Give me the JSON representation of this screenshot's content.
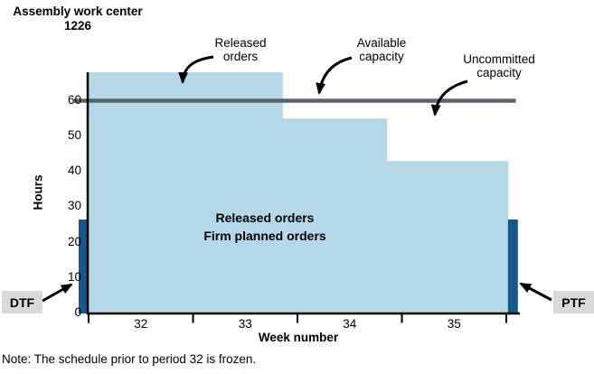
{
  "header": {
    "title_line1": "Assembly work center",
    "title_line2": "1226"
  },
  "chart_data": {
    "type": "area",
    "title": "Assembly work center 1226",
    "xlabel": "Week number",
    "ylabel": "Hours",
    "x_tick_labels": [
      "32",
      "33",
      "34",
      "35"
    ],
    "y_tick_labels": [
      "0",
      "10",
      "20",
      "30",
      "40",
      "50",
      "60"
    ],
    "y_tick_values": [
      0,
      10,
      20,
      30,
      40,
      50,
      60
    ],
    "ylim": [
      0,
      70
    ],
    "x_week_range": [
      32,
      36
    ],
    "available_capacity": 60,
    "load_steps": [
      {
        "from_week": 32,
        "to_week": 33.86,
        "hours": 68
      },
      {
        "from_week": 33.86,
        "to_week": 34.86,
        "hours": 55
      },
      {
        "from_week": 34.86,
        "to_week": 36.02,
        "hours": 43
      }
    ],
    "area_label": {
      "line1": "Released orders",
      "line2": "Firm planned orders"
    },
    "time_fence_bars": {
      "hours": 26.5,
      "dtf_week": 32,
      "ptf_week": 36.02
    },
    "legend_position": "none",
    "grid": false
  },
  "annotations": {
    "released": "Released orders",
    "available": "Available capacity",
    "uncommitted": "Uncommitted capacity"
  },
  "fences": {
    "dtf": "DTF",
    "ptf": "PTF"
  },
  "note": "Note: The schedule prior to period 32 is frozen.",
  "colors": {
    "load_area": "#b5d8e8",
    "fence_bar": "#17588c",
    "capacity_line": "#59646d",
    "fence_box_bg": "#d9d9d9",
    "axis": "#000000",
    "arrow": "#000000"
  }
}
